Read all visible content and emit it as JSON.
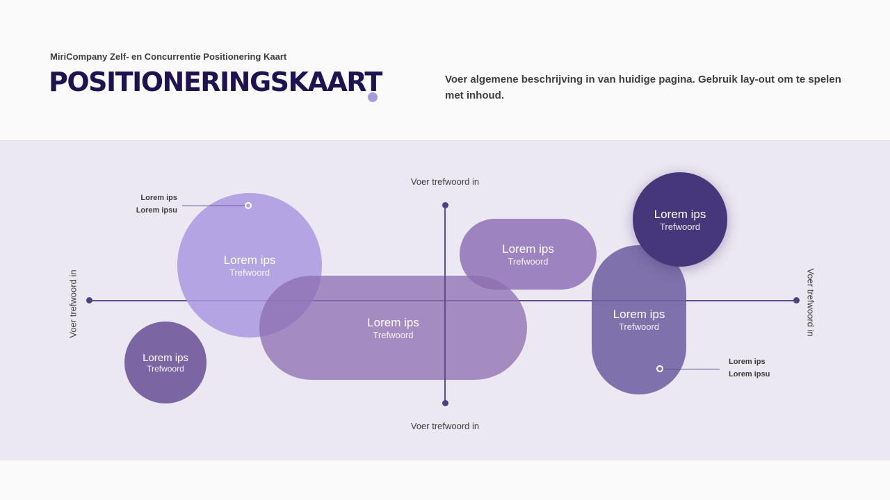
{
  "header": {
    "subtitle": "MiriCompany Zelf- en Concurrentie Positionering Kaart",
    "title": "POSITIONERINGSKAART",
    "description": "Voer algemene beschrijving in van huidige pagina. Gebruik lay-out om te spelen met inhoud."
  },
  "axes": {
    "top": "Voer trefwoord in",
    "bottom": "Voer trefwoord in",
    "left": "Voer trefwoord in",
    "right": "Voer trefwoord in"
  },
  "shapes": [
    {
      "title": "Lorem ips",
      "keyword": "Trefwoord",
      "color": "#b3a3e2"
    },
    {
      "title": "Lorem ips",
      "keyword": "Trefwoord",
      "color": "#9e86c0"
    },
    {
      "title": "Lorem ips",
      "keyword": "Trefwoord",
      "color": "#7b65a3"
    },
    {
      "title": "Lorem ips",
      "keyword": "Trefwoord",
      "color": "#9c80be"
    },
    {
      "title": "Lorem ips",
      "keyword": "Trefwoord",
      "color": "#7c6ba9"
    },
    {
      "title": "Lorem ips",
      "keyword": "Trefwoord",
      "color": "#46377b"
    }
  ],
  "callouts": [
    {
      "line1": "Lorem ips",
      "line2": "Lorem ipsu"
    },
    {
      "line1": "Lorem ips",
      "line2": "Lorem ipsu"
    }
  ]
}
